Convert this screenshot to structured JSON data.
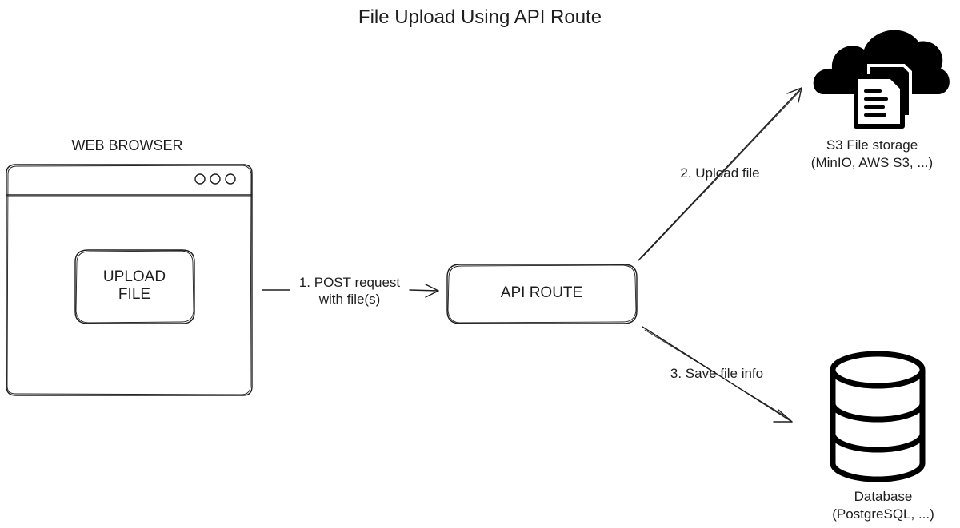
{
  "diagram": {
    "title": "File Upload Using API Route",
    "browser": {
      "caption": "WEB BROWSER",
      "upload_button": [
        "UPLOAD",
        "FILE"
      ]
    },
    "api_route": {
      "label": "API ROUTE"
    },
    "s3": {
      "caption": [
        "S3 File storage",
        "(MinIO, AWS S3, ...)"
      ]
    },
    "database": {
      "caption": [
        "Database",
        "(PostgreSQL, ...)"
      ]
    },
    "edges": [
      {
        "from": "browser",
        "to": "api_route",
        "label": [
          "1. POST request",
          "with file(s)"
        ]
      },
      {
        "from": "api_route",
        "to": "s3",
        "label": "2. Upload file"
      },
      {
        "from": "api_route",
        "to": "database",
        "label": "3. Save file info"
      }
    ],
    "icons": [
      "cloud-files-icon",
      "database-cylinder-icon",
      "window-dots-icon"
    ],
    "colors": {
      "stroke": "#1e1e1e",
      "background": "#ffffff"
    }
  }
}
